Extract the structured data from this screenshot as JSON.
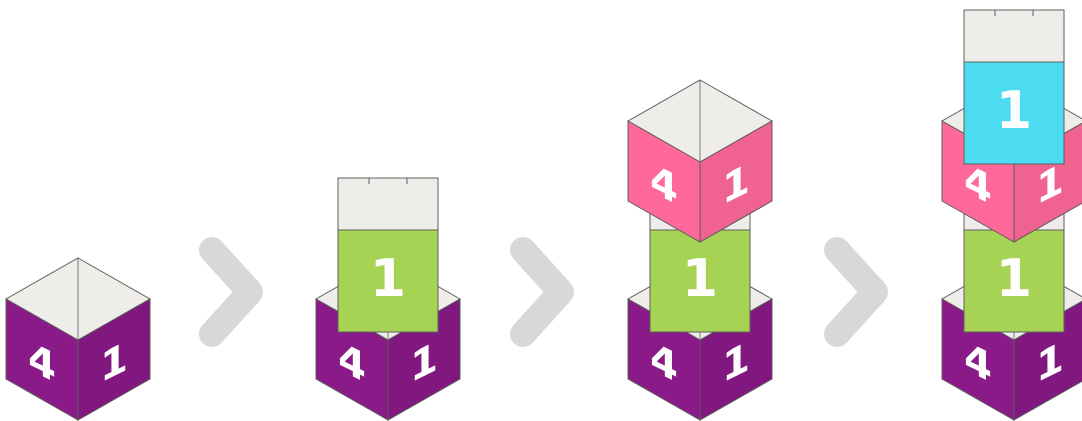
{
  "colors": {
    "purple": "#8a1a87",
    "green": "#a6d354",
    "pink": "#ff6999",
    "cyan": "#4bdcf2",
    "lid": "#eeedea",
    "edge": "#5f5f5f",
    "arrow": "#d8d8d8"
  },
  "steps": [
    {
      "label": "step-1",
      "blocks": [
        {
          "kind": "cube",
          "color": "purple",
          "left_text": "4",
          "right_text": "1"
        }
      ]
    },
    {
      "label": "step-2",
      "blocks": [
        {
          "kind": "cube",
          "color": "purple",
          "left_text": "4",
          "right_text": "1"
        },
        {
          "kind": "panel",
          "color": "green",
          "text": "1"
        }
      ]
    },
    {
      "label": "step-3",
      "blocks": [
        {
          "kind": "cube",
          "color": "purple",
          "left_text": "4",
          "right_text": "1"
        },
        {
          "kind": "panel",
          "color": "green",
          "text": "1"
        },
        {
          "kind": "cube",
          "color": "pink",
          "left_text": "4",
          "right_text": "1"
        }
      ]
    },
    {
      "label": "step-4",
      "blocks": [
        {
          "kind": "cube",
          "color": "purple",
          "left_text": "4",
          "right_text": "1"
        },
        {
          "kind": "panel",
          "color": "green",
          "text": "1"
        },
        {
          "kind": "cube",
          "color": "pink",
          "left_text": "4",
          "right_text": "1"
        },
        {
          "kind": "panel",
          "color": "cyan",
          "text": "1"
        }
      ]
    }
  ],
  "arrows": [
    {
      "icon": "chevron-right-icon"
    },
    {
      "icon": "chevron-right-icon"
    },
    {
      "icon": "chevron-right-icon"
    }
  ]
}
